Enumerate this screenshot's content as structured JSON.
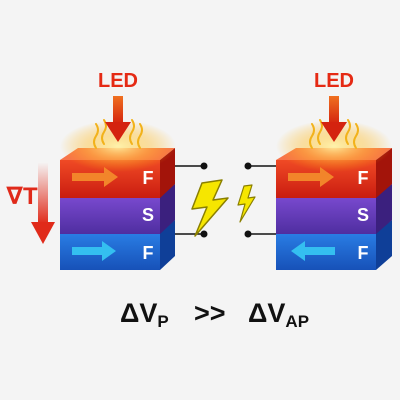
{
  "left_stack": {
    "light_label": "LED",
    "layers": [
      "F",
      "S",
      "F"
    ],
    "gradient_label": "∇T",
    "alignment": "parallel"
  },
  "right_stack": {
    "light_label": "LED",
    "layers": [
      "F",
      "S",
      "F"
    ],
    "alignment": "antiparallel"
  },
  "formula": {
    "left_symbol": "ΔV",
    "left_sub": "P",
    "relation": ">>",
    "right_symbol": "ΔV",
    "right_sub": "AP"
  },
  "colors": {
    "ferromagnet_top": "#e8321c",
    "spacer": "#6a3fc0",
    "ferromagnet_bottom": "#1f6fd8",
    "arrow_orange": "#f2852a",
    "arrow_cyan": "#34bff0",
    "led_label": "#e52a14",
    "gradient_arrow": "#e02a1a",
    "lightning": "#f6e600"
  }
}
